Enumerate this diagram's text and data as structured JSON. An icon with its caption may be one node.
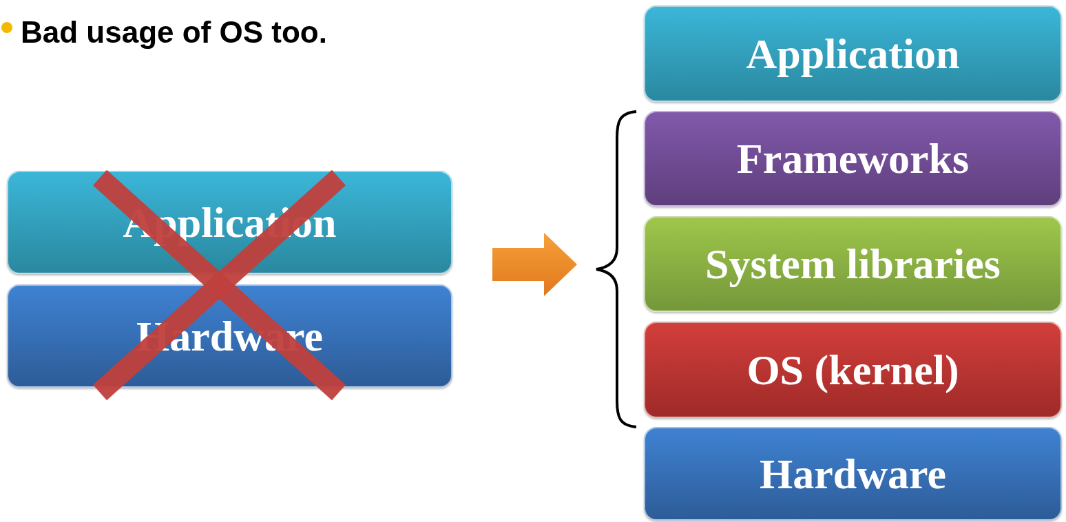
{
  "diagram": {
    "nodes": [
      {
        "text": [
          "Application"
        ]
      },
      {
        "text": [
          "Hardware"
        ]
      },
      {
        "text": [
          "Application"
        ]
      },
      {
        "text": [
          "Frameworks"
        ]
      },
      {
        "text": [
          "System libraries"
        ]
      },
      {
        "text": [
          "OS (kernel)"
        ]
      },
      {
        "text": [
          "Hardware"
        ]
      }
    ],
    "labels": [
      "Bad usage of OS too."
    ]
  }
}
